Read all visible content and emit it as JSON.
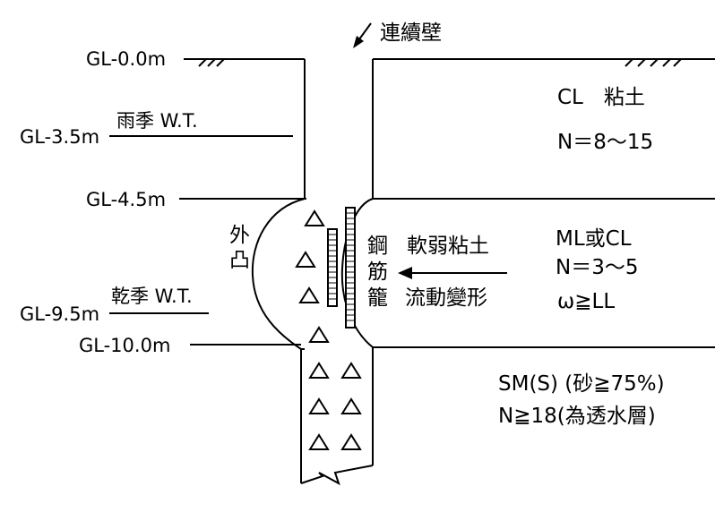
{
  "wall_label": "連續壁",
  "levels": {
    "gl0": "GL-0.0m",
    "gl35": "GL-3.5m",
    "gl45": "GL-4.5m",
    "gl95": "GL-9.5m",
    "gl100": "GL-10.0m"
  },
  "water_tables": {
    "rainy": "雨季 W.T.",
    "dry": "乾季 W.T."
  },
  "layers": {
    "cl": {
      "name": "CL　粘土",
      "n_value": "N＝8～15"
    },
    "ml": {
      "name": "ML或CL",
      "n_value": "N＝3～5",
      "omega": "ω≧LL"
    },
    "sm": {
      "name": "SM(S) (砂≧75%)",
      "n_value": "N≧18(為透水層)"
    }
  },
  "bulge_label": [
    "外",
    "凸"
  ],
  "rebar_cage_label": [
    "鋼",
    "筋",
    "籠"
  ],
  "soft_clay": {
    "line1": "軟弱粘土",
    "line2": "流動變形"
  }
}
